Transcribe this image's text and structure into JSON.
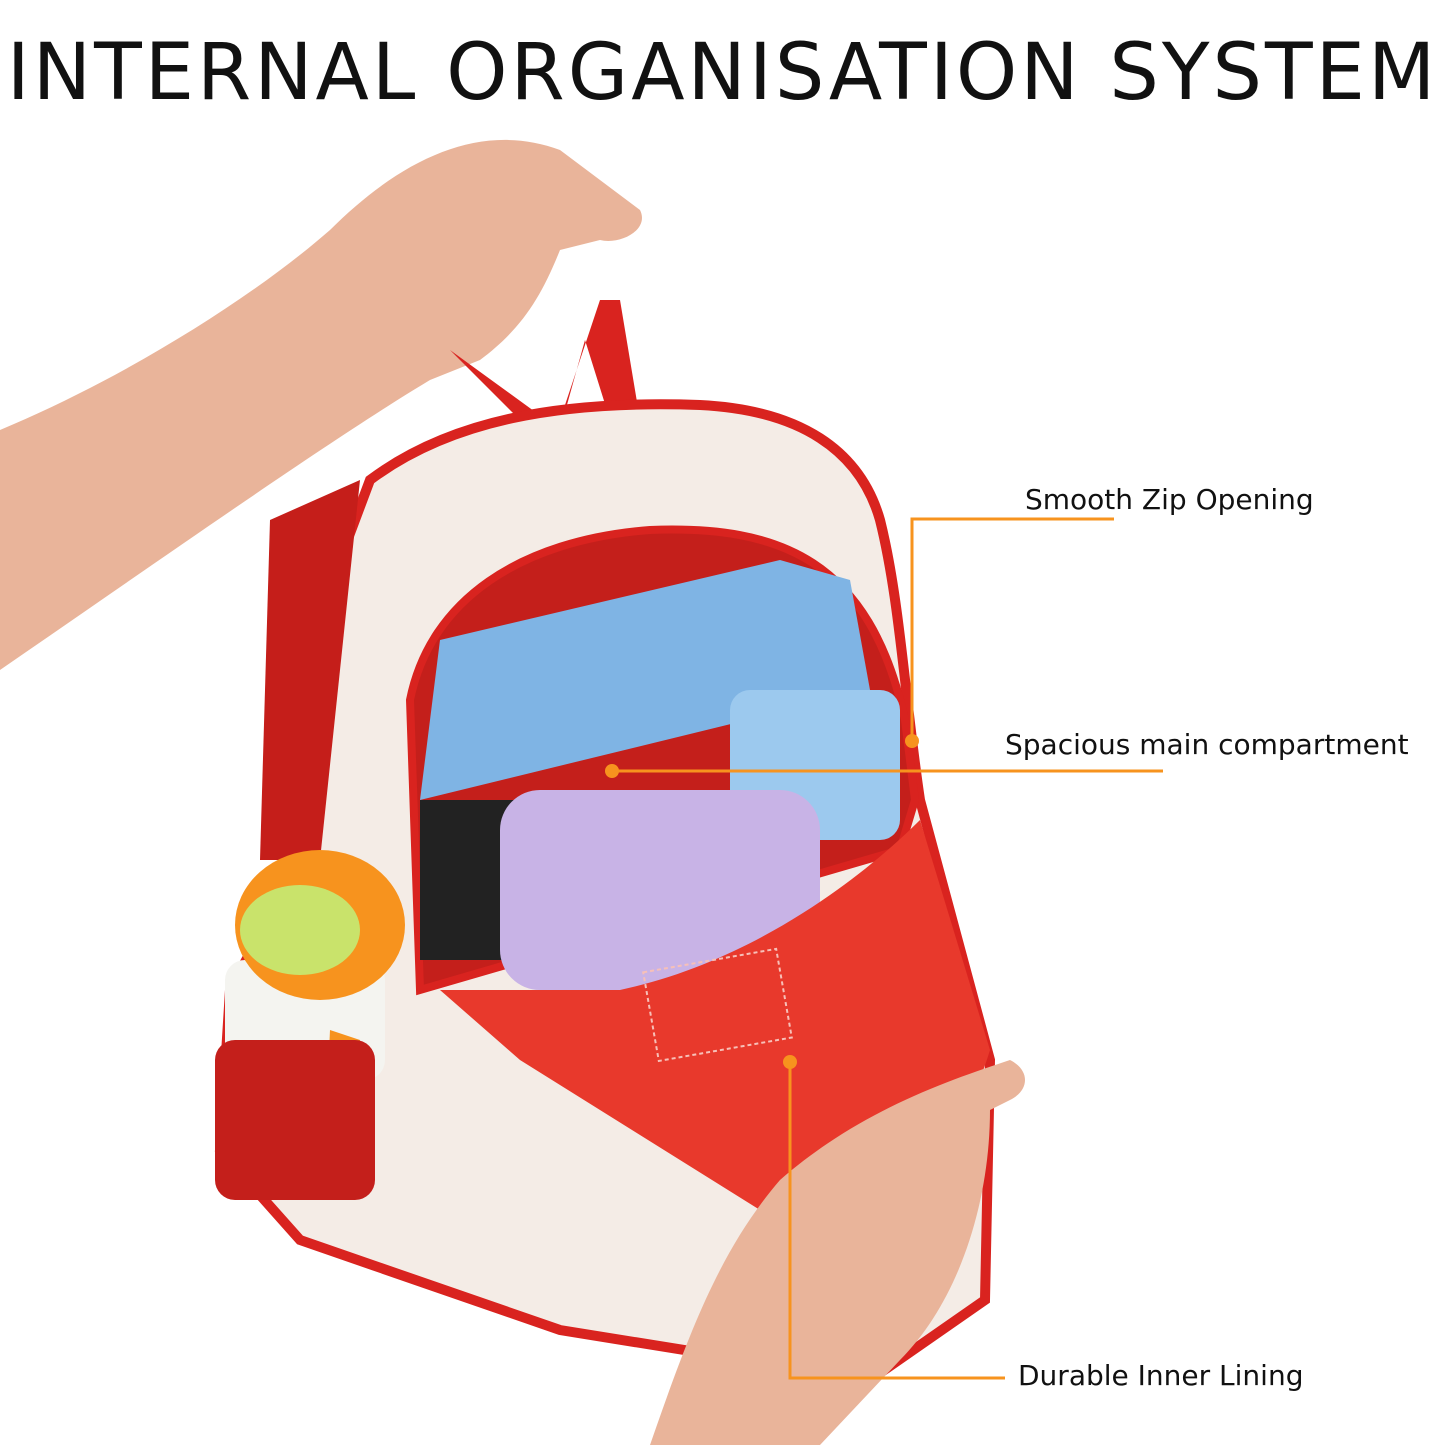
{
  "title": "INTERNAL ORGANISATION SYSTEM",
  "callouts": [
    {
      "label": "Smooth Zip Opening"
    },
    {
      "label": "Spacious main compartment"
    },
    {
      "label": "Durable Inner Lining"
    }
  ],
  "colors": {
    "accent_line": "#F7931E",
    "bag_red": "#D9231F",
    "lining_red": "#E8392C",
    "text": "#111111"
  }
}
